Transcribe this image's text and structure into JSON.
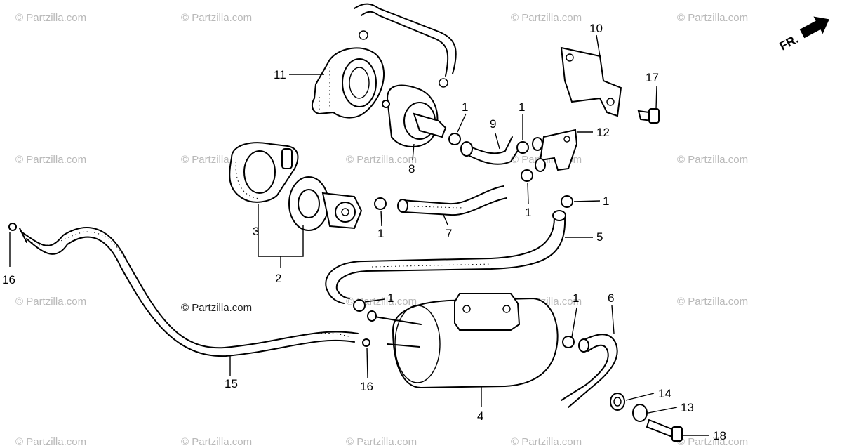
{
  "watermark": "© Partzilla.com",
  "copyright": "© Partzilla.com",
  "direction_label": "FR.",
  "callouts": [
    "1",
    "1",
    "1",
    "1",
    "1",
    "1",
    "1",
    "2",
    "3",
    "4",
    "5",
    "6",
    "7",
    "8",
    "9",
    "10",
    "11",
    "12",
    "13",
    "14",
    "15",
    "16",
    "16",
    "17",
    "18"
  ]
}
